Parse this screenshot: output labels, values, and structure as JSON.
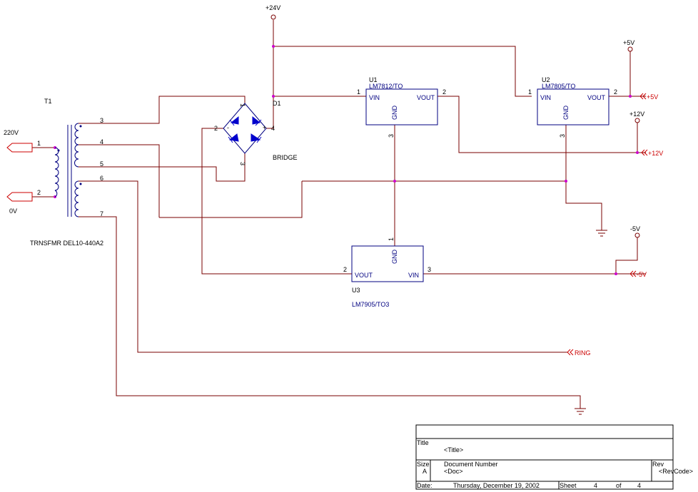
{
  "transformer": {
    "ref": "T1",
    "part": "TRNSFMR DEL10-440A2",
    "pins": [
      "1",
      "2",
      "3",
      "4",
      "5",
      "6",
      "7"
    ]
  },
  "inputs": {
    "line_label": "220V",
    "neutral_label": "0V"
  },
  "bridge": {
    "ref": "D1",
    "name": "BRIDGE",
    "pins": [
      "1",
      "2",
      "3",
      "4"
    ],
    "plus": "+",
    "minus": "-"
  },
  "regulators": [
    {
      "ref": "U1",
      "part": "LM7812/TO",
      "vin": "VIN",
      "vout": "VOUT",
      "gnd": "GND",
      "pin_in": "1",
      "pin_out": "2",
      "pin_gnd": "3"
    },
    {
      "ref": "U2",
      "part": "LM7805/TO",
      "vin": "VIN",
      "vout": "VOUT",
      "gnd": "GND",
      "pin_in": "1",
      "pin_out": "2",
      "pin_gnd": "3"
    },
    {
      "ref": "U3",
      "part": "LM7905/TO3",
      "vin": "VIN",
      "vout": "VOUT",
      "gnd": "GND",
      "pin_in": "3",
      "pin_out": "2",
      "pin_gnd": "1"
    }
  ],
  "power": {
    "p24": "+24V",
    "p5": "+5V",
    "p12": "+12V",
    "n5": "-5V"
  },
  "ports": {
    "p5": "+5V",
    "p12": "+12V",
    "n5": "-5V",
    "ring": "RING"
  },
  "title_block": {
    "title_label": "Title",
    "title_value": "<Title>",
    "size_label": "Size",
    "size_value": "A",
    "doc_label": "Document Number",
    "doc_value": "<Doc>",
    "rev_label": "Rev",
    "rev_value": "<RevCode>",
    "date_label": "Date:",
    "date_value": "Thursday, December 19, 2002",
    "sheet_label": "Sheet",
    "sheet_num": "4",
    "of_label": "of",
    "sheet_total": "4"
  },
  "colors": {
    "wire": "#7a0000",
    "part": "#000080",
    "junction": "#cc00cc",
    "port": "#cc0000"
  }
}
